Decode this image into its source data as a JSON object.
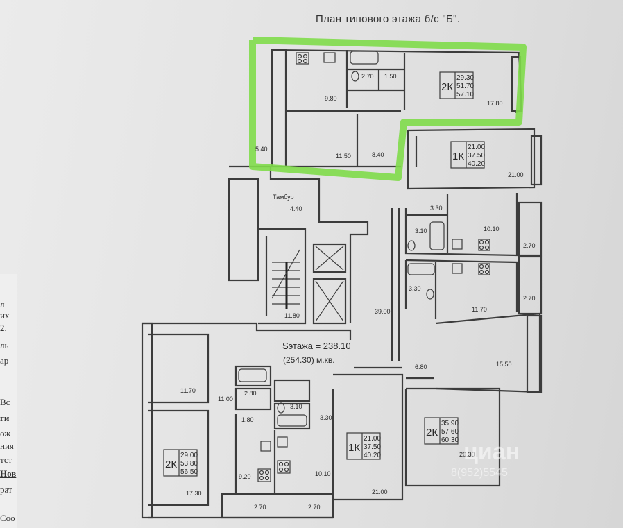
{
  "title": "План типового этажа б/с \"Б\".",
  "floor_area_line": "Sэтажа = 238.10",
  "floor_area_line2": "(254.30) м.кв.",
  "vestibule_label": "Тамбур",
  "apartments": [
    {
      "id": "apt-2k-top",
      "type": "2К",
      "areas": [
        "29.30",
        "51.70",
        "57.10"
      ]
    },
    {
      "id": "apt-1k-top",
      "type": "1К",
      "areas": [
        "21.00",
        "37.50",
        "40.20"
      ]
    },
    {
      "id": "apt-2k-right",
      "type": "2К",
      "areas": [
        "35.90",
        "57.60",
        "60.30"
      ]
    },
    {
      "id": "apt-1k-bottom",
      "type": "1К",
      "areas": [
        "21.00",
        "37.50",
        "40.20"
      ]
    },
    {
      "id": "apt-2k-left",
      "type": "2К",
      "areas": [
        "29.00",
        "53.80",
        "56.50"
      ]
    }
  ],
  "room_areas": [
    "2.70",
    "1.50",
    "9.80",
    "17.80",
    "11.50",
    "8.40",
    "5.40",
    "21.00",
    "4.40",
    "3.30",
    "3.10",
    "10.10",
    "2.70",
    "3.30",
    "11.70",
    "2.70",
    "11.80",
    "39.00",
    "15.50",
    "6.80",
    "11.70",
    "11.00",
    "2.80",
    "1.80",
    "3.10",
    "3.30",
    "9.20",
    "10.10",
    "21.00",
    "20.30",
    "17.30",
    "2.70",
    "2.70"
  ],
  "left_page_fragments": [
    "л",
    "их",
    "2.",
    "ль",
    "ар",
    "Вс",
    "ги",
    "ож",
    "ния",
    "тст",
    "Нов",
    "рат",
    "Соо"
  ],
  "highlight_color": "#7fdc4a",
  "watermark": {
    "brand": "циан",
    "phone": "8(952)5545"
  }
}
